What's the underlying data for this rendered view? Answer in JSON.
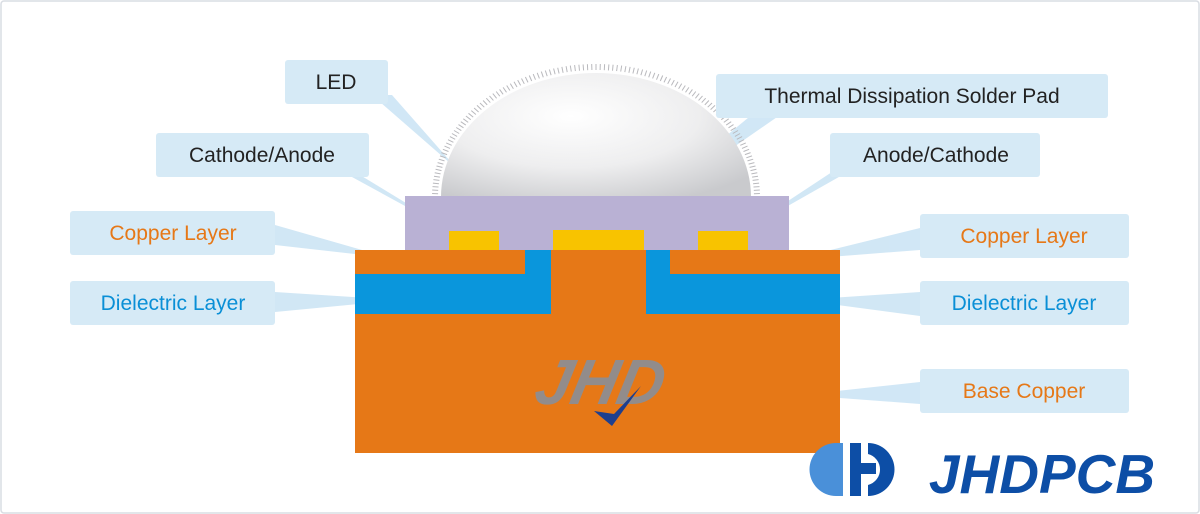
{
  "colors": {
    "copper": "#E67817",
    "dielectric": "#0A96DC",
    "pad_gold": "#F8C300",
    "led_substrate": "#B9B1D4",
    "callout_bg": "#D6EAF6",
    "text_dark": "#222222",
    "text_orange": "#E67817",
    "text_blue": "#0A8FD6",
    "brand_blue": "#0D4EA6",
    "watermark_gray": "#8A8F98",
    "frame": "#D9DDE3"
  },
  "labels": {
    "led": "LED",
    "thermal_pad": "Thermal Dissipation Solder Pad",
    "cathode_anode": "Cathode/Anode",
    "anode_cathode": "Anode/Cathode",
    "copper_layer_left": "Copper Layer",
    "copper_layer_right": "Copper Layer",
    "dielectric_layer_left": "Dielectric Layer",
    "dielectric_layer_right": "Dielectric Layer",
    "base_copper": "Base Copper"
  },
  "watermark": {
    "text": "JHD"
  },
  "brand": {
    "text": "JHDPCB",
    "icon": "jhd-h-logo-icon"
  }
}
